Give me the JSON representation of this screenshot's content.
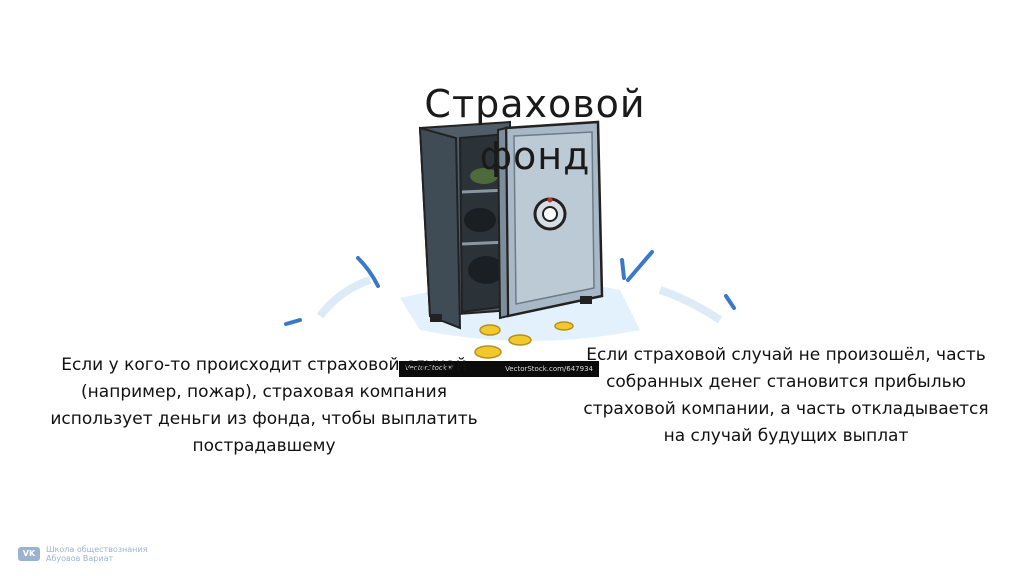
{
  "slide": {
    "title": "Страховой фонд",
    "left_text": "Если у кого-то происходит страховой случай (например, пожар), страховая компания использует деньги из фонда, чтобы выплатить пострадавшему",
    "right_text": "Если страховой случай не произошёл, часть собранных денег становится прибылью страховой компании, а часть откладывается на случай будущих выплат"
  },
  "illustration": {
    "icon": "open-safe-with-coins-icon",
    "watermark_left": "VectorStock®",
    "watermark_right": "VectorStock.com/647934"
  },
  "branding": {
    "icon": "vk-logo-icon",
    "logo_text": "VK",
    "line1": "Школа обществознания",
    "line2": "Абуовов Вариат"
  },
  "colors": {
    "safe_body": "#5a6a78",
    "safe_door": "#aab8c6",
    "coins": "#f2c92c",
    "splash": "#3a78c8",
    "vk_blue": "#4a76a8"
  }
}
